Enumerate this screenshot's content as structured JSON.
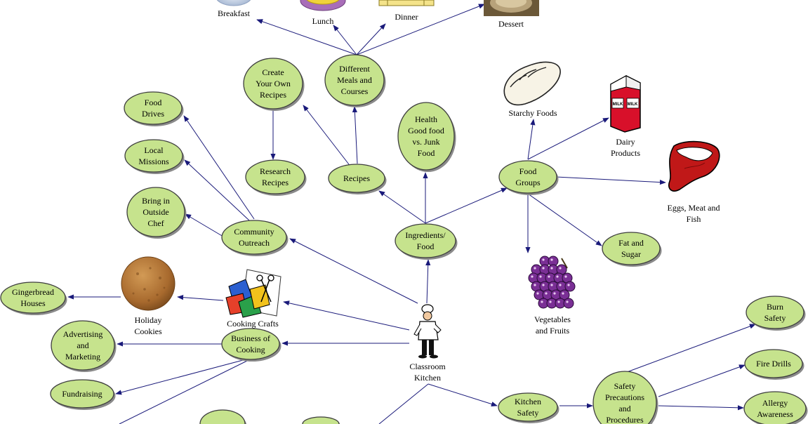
{
  "colors": {
    "bubble_fill": "#c6e38d",
    "bubble_outline": "#3e3e3e",
    "connector": "#1a1a7a",
    "background": "#ffffff"
  },
  "nodes": {
    "classroom_kitchen": {
      "lines": [
        "Classroom",
        "Kitchen"
      ],
      "icon": "chef-clipart"
    },
    "ingredients_food": {
      "lines": [
        "Ingredients/",
        "Food"
      ]
    },
    "recipes": {
      "lines": [
        "Recipes"
      ]
    },
    "different_meals": {
      "lines": [
        "Different",
        "Meals and",
        "Courses"
      ]
    },
    "create_own_recipes": {
      "lines": [
        "Create",
        "Your Own",
        "Recipes"
      ]
    },
    "research_recipes": {
      "lines": [
        "Research",
        "Recipes"
      ]
    },
    "health": {
      "lines": [
        "Health",
        "Good food",
        "vs. Junk",
        "Food"
      ]
    },
    "food_groups": {
      "lines": [
        "Food",
        "Groups"
      ]
    },
    "fat_sugar": {
      "lines": [
        "Fat and",
        "Sugar"
      ]
    },
    "community_outreach": {
      "lines": [
        "Community",
        "Outreach"
      ]
    },
    "food_drives": {
      "lines": [
        "Food",
        "Drives"
      ]
    },
    "local_missions": {
      "lines": [
        "Local",
        "Missions"
      ]
    },
    "outside_chef": {
      "lines": [
        "Bring in",
        "Outside",
        "Chef"
      ]
    },
    "business_cooking": {
      "lines": [
        "Business of",
        "Cooking"
      ]
    },
    "advertising": {
      "lines": [
        "Advertising",
        "and",
        "Marketing"
      ]
    },
    "fundraising": {
      "lines": [
        "Fundraising"
      ]
    },
    "gingerbread": {
      "lines": [
        "Gingerbread",
        "Houses"
      ]
    },
    "kitchen_safety": {
      "lines": [
        "Kitchen",
        "Safety"
      ]
    },
    "safety_precautions": {
      "lines": [
        "Safety",
        "Precautions",
        "and",
        "Procedures"
      ]
    },
    "burn_safety": {
      "lines": [
        "Burn",
        "Safety"
      ]
    },
    "fire_drills": {
      "lines": [
        "Fire Drills"
      ]
    },
    "allergy": {
      "lines": [
        "Allergy",
        "Awareness"
      ]
    }
  },
  "image_nodes": {
    "breakfast": {
      "lines": [
        "Breakfast"
      ],
      "icon": "breakfast-plate-icon"
    },
    "lunch": {
      "lines": [
        "Lunch"
      ],
      "icon": "lunch-bowl-icon"
    },
    "dinner": {
      "lines": [
        "Dinner"
      ],
      "icon": "dinner-tray-icon"
    },
    "dessert": {
      "lines": [
        "Dessert"
      ],
      "icon": "dessert-photo-icon"
    },
    "starchy": {
      "lines": [
        "Starchy Foods"
      ],
      "icon": "bread-loaf-icon"
    },
    "dairy": {
      "lines": [
        "Dairy",
        "Products"
      ],
      "icon": "milk-carton-icon"
    },
    "eggs_meat": {
      "lines": [
        "Eggs, Meat and",
        "Fish"
      ],
      "icon": "steak-icon"
    },
    "veg_fruits": {
      "lines": [
        "Vegetables",
        "and Fruits"
      ],
      "icon": "grapes-icon"
    },
    "holiday_cookies": {
      "lines": [
        "Holiday",
        "Cookies"
      ],
      "icon": "cookie-icon"
    },
    "cooking_crafts": {
      "lines": [
        "Cooking Crafts"
      ],
      "icon": "crafts-clipart-icon"
    },
    "milk_text": {
      "lines": [
        "MILK",
        "MILK"
      ]
    }
  }
}
